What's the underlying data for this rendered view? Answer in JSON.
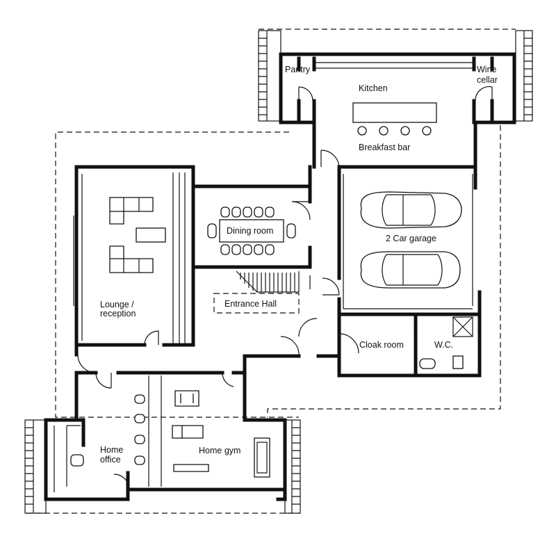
{
  "labels": {
    "pantry": "Pantry",
    "kitchen": "Kitchen",
    "wine_cellar_line1": "Wine",
    "wine_cellar_line2": "cellar",
    "breakfast_bar": "Breakfast bar",
    "dining_room": "Dining room",
    "two_car_garage": "2 Car garage",
    "lounge_line1": "Lounge /",
    "lounge_line2": "reception",
    "entrance_hall": "Entrance Hall",
    "cloak_room": "Cloak room",
    "wc": "W.C.",
    "home_office_line1": "Home",
    "home_office_line2": "office",
    "home_gym": "Home gym"
  }
}
